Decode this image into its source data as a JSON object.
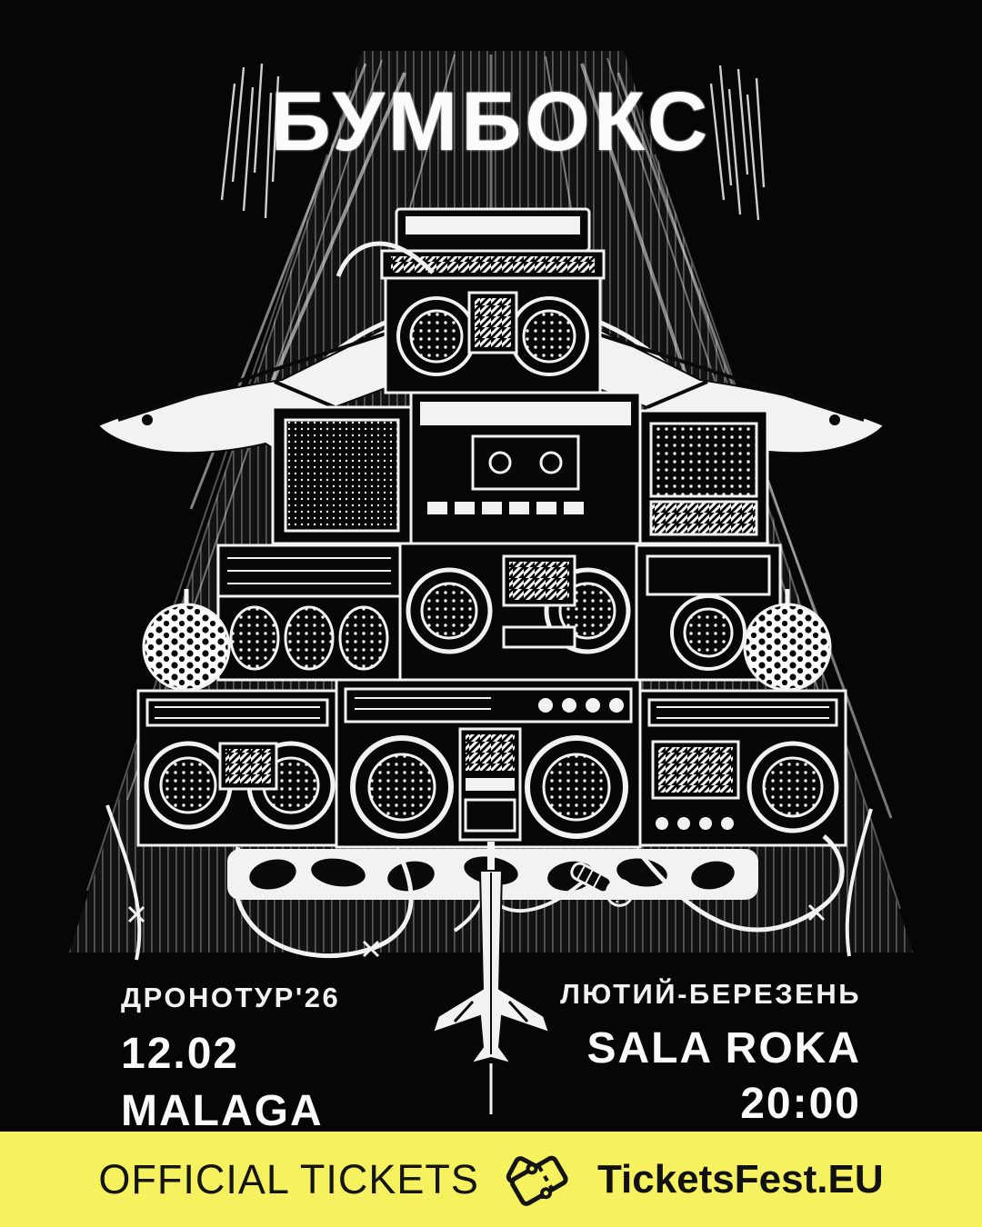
{
  "poster": {
    "title": "БУМБОКС",
    "left": {
      "tour": "ДРОНОТУР'26",
      "date": "12.02",
      "city": "MALAGA"
    },
    "right": {
      "period": "ЛЮТИЙ-БЕРЕЗЕНЬ",
      "venue": "SALA ROKA",
      "time": "20:00"
    },
    "footer": {
      "label": "OFFICIAL TICKETS",
      "brand": "TicketsFest.EU"
    },
    "colors": {
      "background": "#060606",
      "artwork_ink": "#f2f2f2",
      "footer_background": "#f6f25f",
      "footer_text": "#141414"
    }
  }
}
